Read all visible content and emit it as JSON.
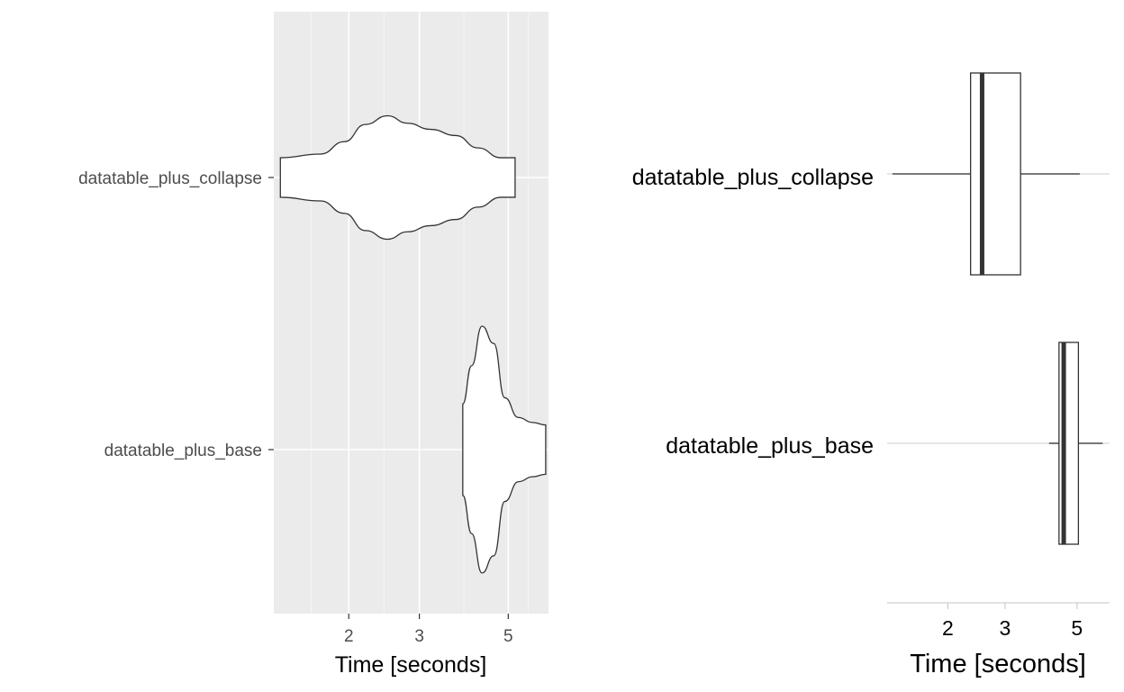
{
  "chart_data": [
    {
      "type": "violin",
      "panel": "left",
      "xlabel": "Time [seconds]",
      "ylabel": "",
      "x_scale": "log",
      "x_ticks": [
        2,
        3,
        5
      ],
      "x_tick_labels": [
        "2",
        "3",
        "5"
      ],
      "xlim": [
        1.3,
        6.3
      ],
      "grid": true,
      "background": "#ebebeb",
      "categories": [
        "datatable_plus_collapse",
        "datatable_plus_base"
      ],
      "series": [
        {
          "category": "datatable_plus_collapse",
          "min": 1.35,
          "max": 5.2,
          "density": [
            [
              1.35,
              0.16
            ],
            [
              1.7,
              0.19
            ],
            [
              1.95,
              0.29
            ],
            [
              2.2,
              0.43
            ],
            [
              2.5,
              0.5
            ],
            [
              2.8,
              0.44
            ],
            [
              3.2,
              0.39
            ],
            [
              3.7,
              0.34
            ],
            [
              4.2,
              0.24
            ],
            [
              4.8,
              0.16
            ],
            [
              5.2,
              0.16
            ]
          ]
        },
        {
          "category": "datatable_plus_base",
          "min": 3.85,
          "max": 6.2,
          "density": [
            [
              3.85,
              0.37
            ],
            [
              4.05,
              0.68
            ],
            [
              4.3,
              1.0
            ],
            [
              4.6,
              0.86
            ],
            [
              4.9,
              0.42
            ],
            [
              5.3,
              0.26
            ],
            [
              5.75,
              0.22
            ],
            [
              6.2,
              0.2
            ]
          ]
        }
      ]
    },
    {
      "type": "box",
      "panel": "right",
      "xlabel": "Time [seconds]",
      "ylabel": "",
      "x_scale": "log",
      "x_ticks": [
        2,
        3,
        5
      ],
      "x_tick_labels": [
        "2",
        "3",
        "5"
      ],
      "xlim": [
        1.3,
        6.3
      ],
      "grid": false,
      "background": "#ffffff",
      "categories": [
        "datatable_plus_collapse",
        "datatable_plus_base"
      ],
      "series": [
        {
          "category": "datatable_plus_collapse",
          "min": 1.35,
          "q1": 2.35,
          "median": 2.55,
          "q3": 3.35,
          "max": 5.1
        },
        {
          "category": "datatable_plus_base",
          "min": 4.1,
          "q1": 4.4,
          "median": 4.55,
          "q3": 5.05,
          "max": 6.0
        }
      ]
    }
  ],
  "colors": {
    "panel_background": "#ebebeb",
    "grid_major": "#ffffff",
    "violin_fill": "#ffffff",
    "outline": "#333333",
    "axis_text_left": "#4d4d4d",
    "axis_text_right": "#000000",
    "right_axis_line": "#d9d9d9"
  }
}
